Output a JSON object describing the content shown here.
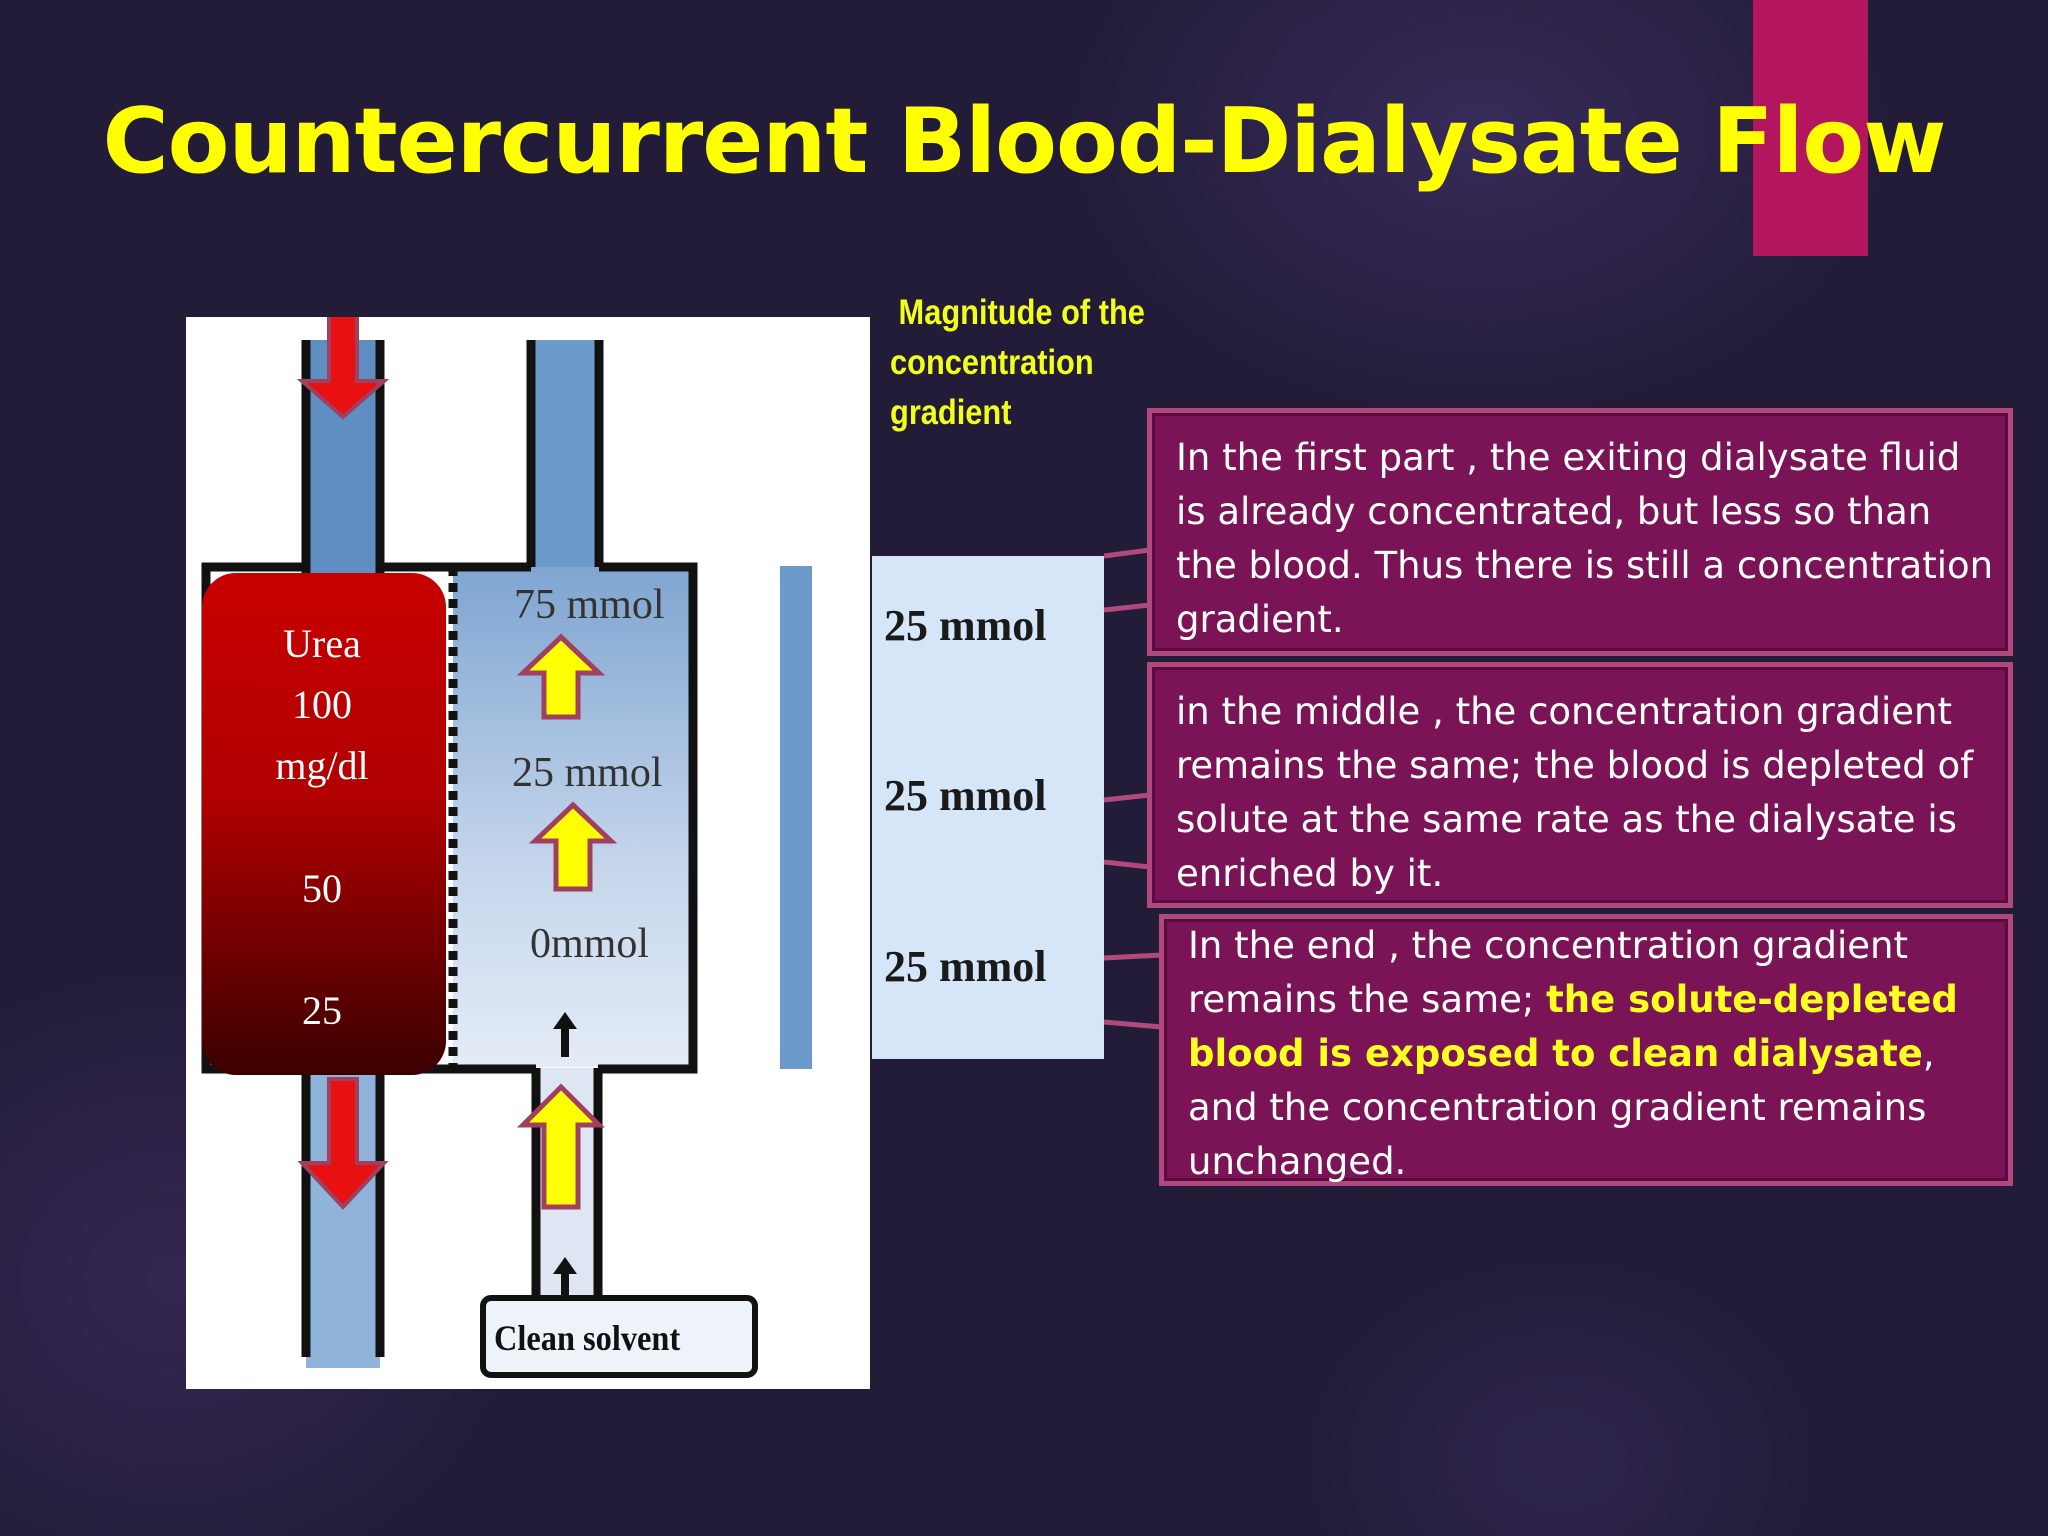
{
  "slide": {
    "title": "Countercurrent Blood-Dialysate Flow"
  },
  "diagram": {
    "blood_labels": [
      "Urea",
      "100",
      "mg/dl",
      "50",
      "25"
    ],
    "dialysate_values": [
      "75 mmol",
      "25 mmol",
      "0mmol"
    ],
    "inlet_label": "Clean solvent"
  },
  "gradient": {
    "label": "Magnitude of the concentration gradient",
    "label_lines": [
      " Magnitude of the",
      "concentration",
      "gradient"
    ],
    "values": [
      "25 mmol",
      "25 mmol",
      "25 mmol"
    ]
  },
  "callouts": {
    "first": "In the first part  , the exiting dialysate fluid is already concentrated, but less so than the blood. Thus there is still a concentration gradient.",
    "middle": "in the middle , the concentration gradient remains the same; the blood is depleted of solute at the same rate as the dialysate is enriched by it.",
    "end_part1": "In the end , the concentration gradient remains the same; ",
    "end_highlight": "the solute-depleted blood is exposed to clean dialysate",
    "end_part2": ", and the concentration gradient remains unchanged."
  },
  "colors": {
    "background": "#221c38",
    "title": "#ffff00",
    "accent": "#b3155e",
    "callout_fill": "#7b1456",
    "highlight": "#ffff22",
    "blood": "#c00000",
    "tube": "#6b9acb",
    "arrow_down": "#e81010",
    "arrow_up": "#ffff00"
  }
}
